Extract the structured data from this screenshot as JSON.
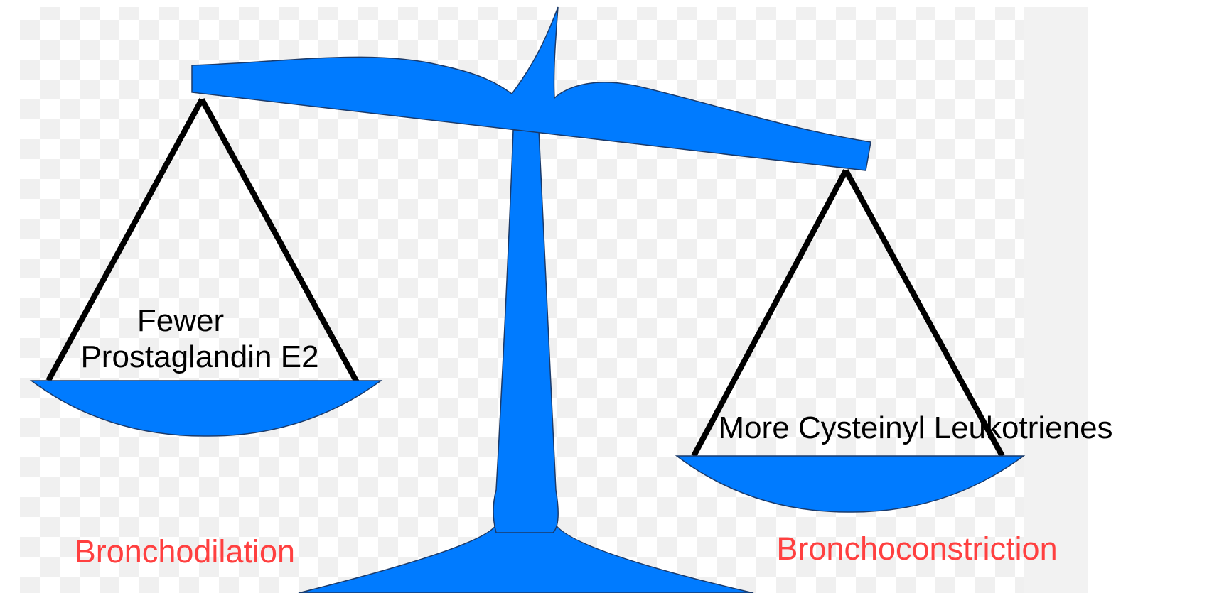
{
  "labels": {
    "left_pan_line1": "Fewer",
    "left_pan_line2": "Prostaglandin  E2",
    "right_pan": "More Cysteinyl Leukotrienes",
    "left_outcome": "Bronchodilation",
    "right_outcome": "Bronchoconstriction"
  },
  "colors": {
    "scale_fill": "#007bff",
    "scale_outline": "#1a3a6a",
    "string_color": "#000000",
    "text_color": "#000000",
    "outcome_color": "#ff4040",
    "checker_light": "#ffffff",
    "checker_dark": "#f0f0f0",
    "edge_strip": "#f2f2f2"
  }
}
